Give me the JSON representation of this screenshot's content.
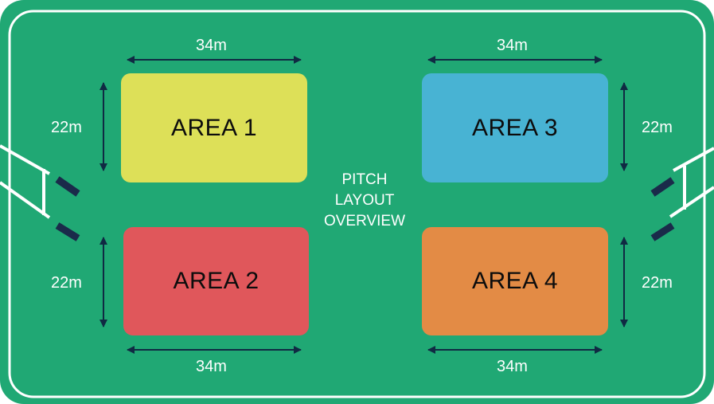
{
  "title": {
    "line1": "PITCH",
    "line2": "LAYOUT",
    "line3": "OVERVIEW"
  },
  "areas": [
    {
      "label": "AREA 1",
      "color": "#dde058",
      "width": "34m",
      "height": "22m"
    },
    {
      "label": "AREA 2",
      "color": "#e0575b",
      "width": "34m",
      "height": "22m"
    },
    {
      "label": "AREA 3",
      "color": "#48b3d3",
      "width": "34m",
      "height": "22m"
    },
    {
      "label": "AREA 4",
      "color": "#e38b45",
      "width": "34m",
      "height": "22m"
    }
  ],
  "colors": {
    "pitch": "#20a874",
    "lines": "#ffffff",
    "arrows": "#102a43",
    "goal_posts": "#1a2b4a"
  }
}
